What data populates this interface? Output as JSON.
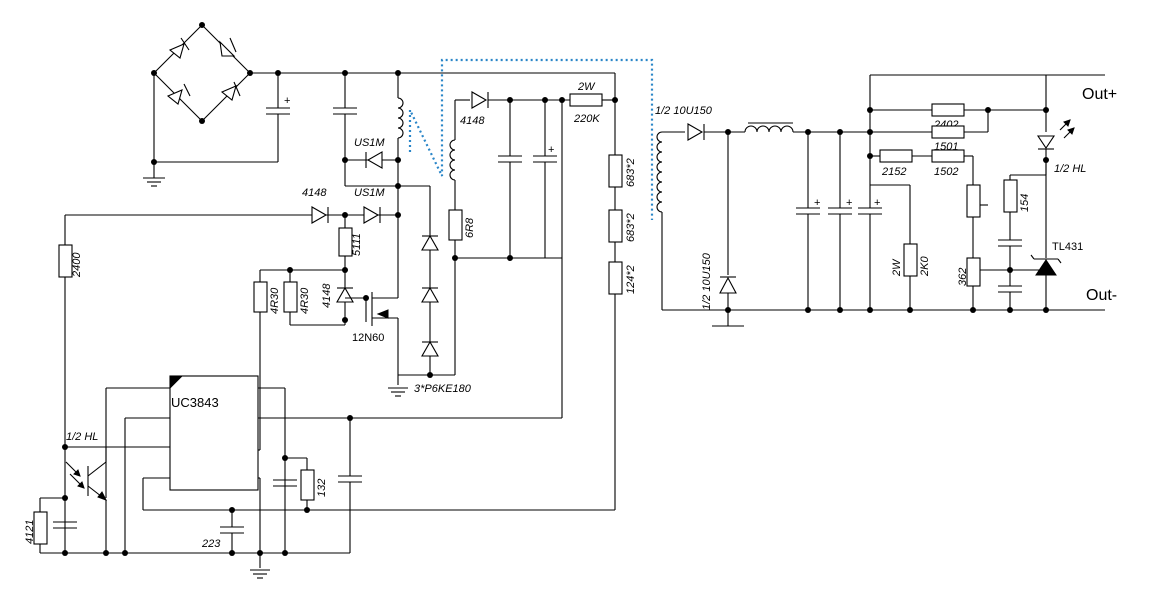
{
  "labels": {
    "out_plus": "Out+",
    "out_minus": "Out-",
    "ic": "UC3843",
    "tl431": "TL431",
    "mosfet": "12N60",
    "tvs": "3*P6KE180",
    "r_2w_a": "2W",
    "r_220k": "220K",
    "d_us1m_a": "US1M",
    "d_us1m_b": "US1M",
    "d_4148_a": "4148",
    "d_4148_b": "4148",
    "d_4148_c": "4148",
    "r_6r8": "6R8",
    "r_683_a": "683*2",
    "r_683_b": "683*2",
    "r_124": "124*2",
    "r_2400": "2400",
    "r_5111": "5111",
    "r_4r30_a": "4R30",
    "r_4r30_b": "4R30",
    "hl_primary": "1/2 HL",
    "c_223": "223",
    "r_132": "132",
    "r_4121": "4121",
    "d_out_a": "1/2 10U150",
    "d_out_b": "1/2 10U150",
    "r_2402": "2402",
    "r_1501": "1501",
    "r_1502": "1502",
    "r_2152": "2152",
    "r_2w_b": "2W",
    "r_2k0": "2K0",
    "r_362": "362",
    "r_154": "154",
    "hl_secondary": "1/2 HL"
  }
}
